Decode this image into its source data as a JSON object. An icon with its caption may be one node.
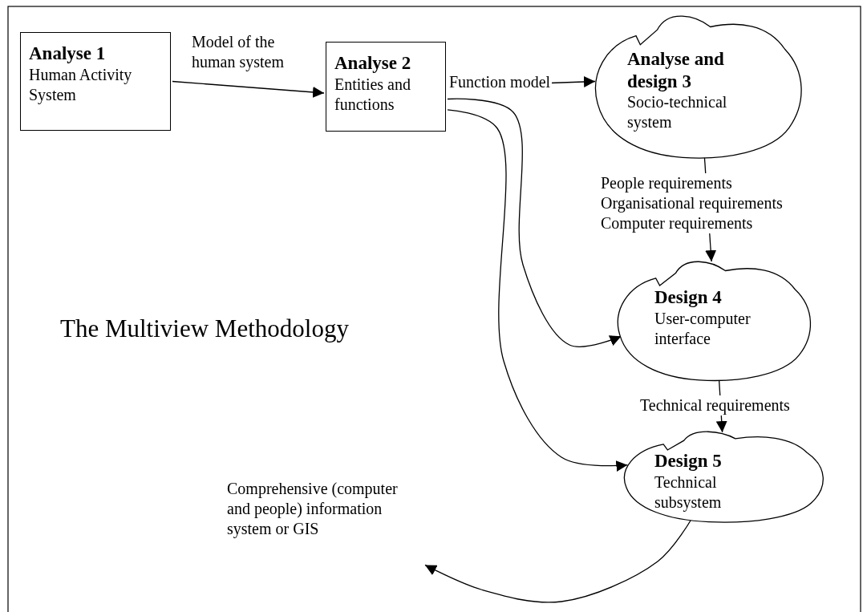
{
  "diagram": {
    "title": "The Multiview Methodology",
    "nodes": [
      {
        "text": [
          "Analyse 1",
          "Human Activity System"
        ]
      },
      {
        "text": [
          "Analyse 2",
          "Entities and functions"
        ]
      },
      {
        "text": [
          "Analyse and design 3",
          "Socio-technical system"
        ]
      },
      {
        "text": [
          "Design 4",
          "User-computer interface"
        ]
      },
      {
        "text": [
          "Design 5",
          "Technical subsystem"
        ]
      },
      {
        "text": [
          "Comprehensive (computer and people) information system or GIS"
        ]
      }
    ],
    "edges": [
      {
        "from": 0,
        "to": 1,
        "arrow": "to",
        "label": "Model of the human system"
      },
      {
        "from": 1,
        "to": 2,
        "arrow": "to",
        "label": "Function model"
      },
      {
        "from": 1,
        "to": 3,
        "arrow": "to"
      },
      {
        "from": 1,
        "to": 4,
        "arrow": "to"
      },
      {
        "from": 2,
        "to": 3,
        "arrow": "to",
        "label": "People requirements Organisational requirements Computer requirements"
      },
      {
        "from": 3,
        "to": 4,
        "arrow": "to",
        "label": "Technical requirements"
      },
      {
        "from": 4,
        "to": 5,
        "arrow": "to"
      }
    ]
  }
}
